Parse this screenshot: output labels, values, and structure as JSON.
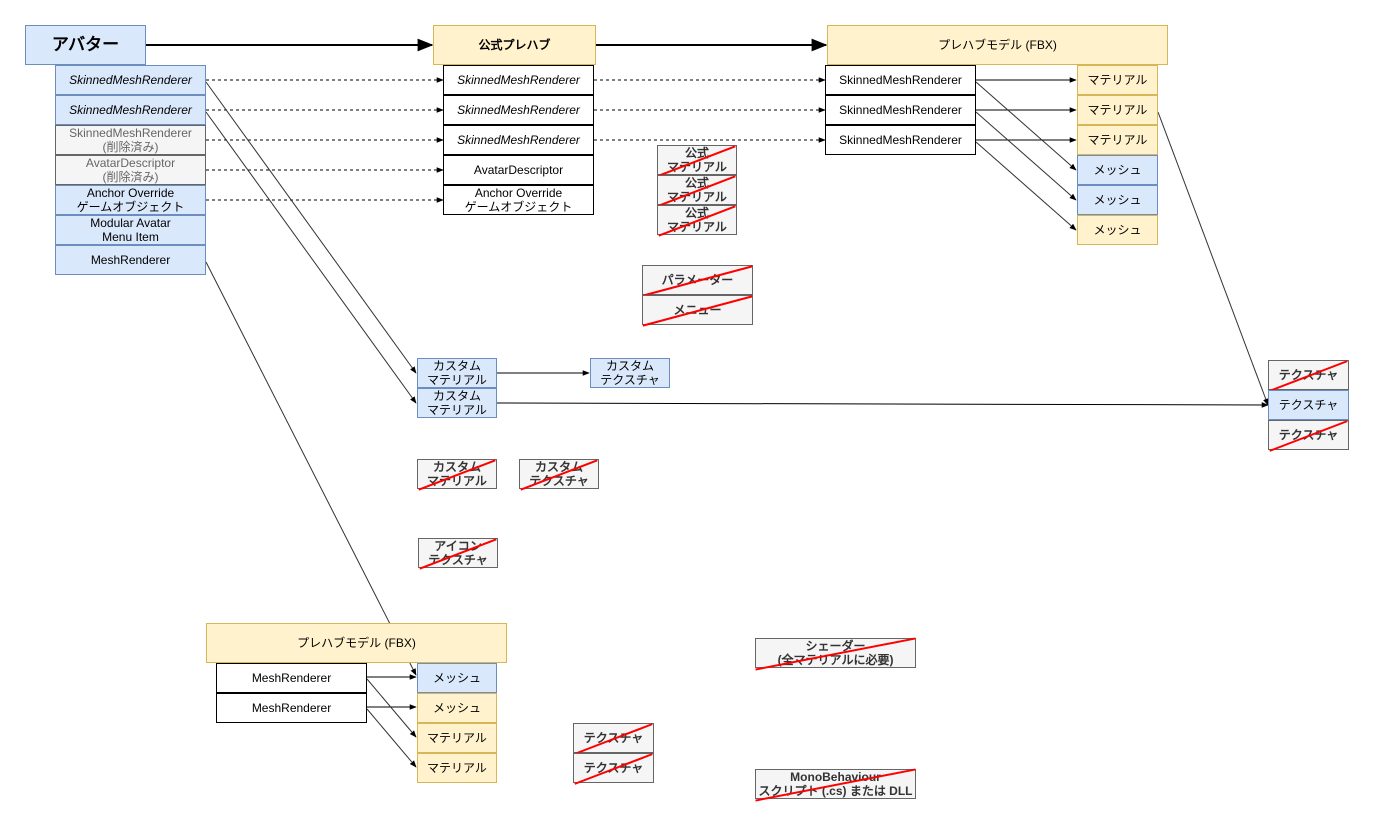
{
  "header_nodes": {
    "avatar": "アバター",
    "official_prefab": "公式プレハブ",
    "prefab_model_top": "プレハブモデル (FBX)",
    "prefab_model_bottom": "プレハブモデル (FBX)"
  },
  "avatar_components": [
    "SkinnedMeshRenderer",
    "SkinnedMeshRenderer",
    "SkinnedMeshRenderer\n(削除済み)",
    "AvatarDescriptor\n(削除済み)",
    "Anchor Override\nゲームオブジェクト",
    "Modular Avatar\nMenu Item",
    "MeshRenderer"
  ],
  "prefab_components": [
    "SkinnedMeshRenderer",
    "SkinnedMeshRenderer",
    "SkinnedMeshRenderer",
    "AvatarDescriptor",
    "Anchor Override\nゲームオブジェクト"
  ],
  "official_materials": [
    "公式\nマテリアル",
    "公式\nマテリアル",
    "公式\nマテリアル"
  ],
  "fbx_top_renderers": [
    "SkinnedMeshRenderer",
    "SkinnedMeshRenderer",
    "SkinnedMeshRenderer"
  ],
  "fbx_top_assets": [
    "マテリアル",
    "マテリアル",
    "マテリアル",
    "メッシュ",
    "メッシュ",
    "メッシュ"
  ],
  "params_menu": [
    "パラメーター",
    "メニュー"
  ],
  "custom_materials": [
    "カスタム\nマテリアル",
    "カスタム\nマテリアル"
  ],
  "custom_texture": "カスタム\nテクスチャ",
  "textures_right": [
    "テクスチャ",
    "テクスチャ",
    "テクスチャ"
  ],
  "removed_custom_material": "カスタム\nマテリアル",
  "removed_custom_texture": "カスタム\nテクスチャ",
  "icon_texture": "アイコン\nテクスチャ",
  "fbx_bottom_renderers": [
    "MeshRenderer",
    "MeshRenderer"
  ],
  "fbx_bottom_assets": [
    "メッシュ",
    "メッシュ",
    "マテリアル",
    "マテリアル"
  ],
  "textures_bottom": [
    "テクスチャ",
    "テクスチャ"
  ],
  "shader": "シェーダー\n(全マテリアルに必要)",
  "monobehaviour": "MonoBehaviour\nスクリプト (.cs) または DLL",
  "colors": {
    "blue_fill": "#dae8fc",
    "blue_stroke": "#6c8ebf",
    "yellow_fill": "#fff2cc",
    "yellow_stroke": "#d6b656",
    "gray_fill": "#f5f5f5",
    "gray_stroke": "#666666",
    "strike": "#ff0000"
  }
}
